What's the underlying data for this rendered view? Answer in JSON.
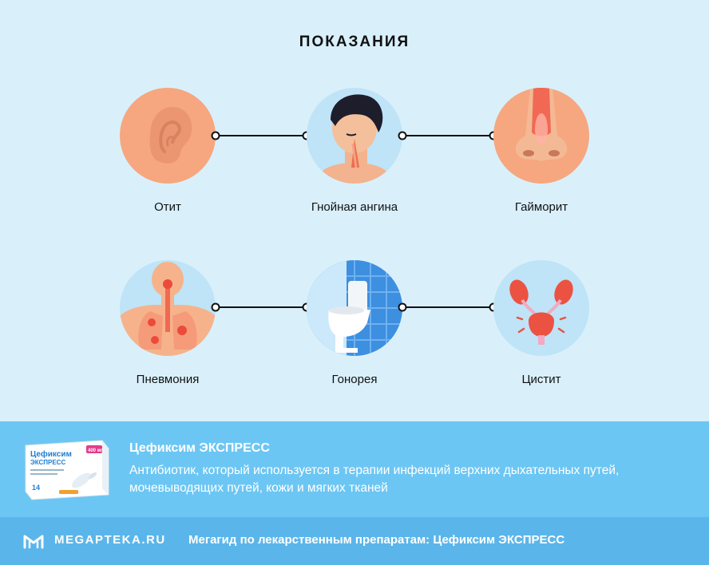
{
  "header": {
    "title": "ПОКАЗАНИЯ"
  },
  "indications": [
    {
      "label": "Отит",
      "icon": "ear-icon"
    },
    {
      "label": "Гнойная ангина",
      "icon": "throat-icon"
    },
    {
      "label": "Гайморит",
      "icon": "nose-icon"
    },
    {
      "label": "Пневмония",
      "icon": "lungs-icon"
    },
    {
      "label": "Гонорея",
      "icon": "toilet-icon"
    },
    {
      "label": "Цистит",
      "icon": "bladder-icon"
    }
  ],
  "product": {
    "name": "Цефиксим ЭКСПРЕСС",
    "description": "Антибиотик, который используется в терапии инфекций верхних дыхательных путей, мочевыводящих путей, кожи и мягких тканей",
    "package": {
      "brand_line1": "Цефиксим",
      "brand_line2": "ЭКСПРЕСС",
      "dose": "400 мг",
      "count": "14"
    }
  },
  "footer": {
    "brand": "MEGAPTEKA.RU",
    "tagline": "Мегагид по лекарственным препаратам: Цефиксим ЭКСПРЕСС"
  },
  "colors": {
    "background": "#d9f0fb",
    "info_band": "#6cc6f3",
    "footer_band": "#5ab6ea",
    "peach": "#f6a77f",
    "light_blue": "#bfe3f7"
  }
}
